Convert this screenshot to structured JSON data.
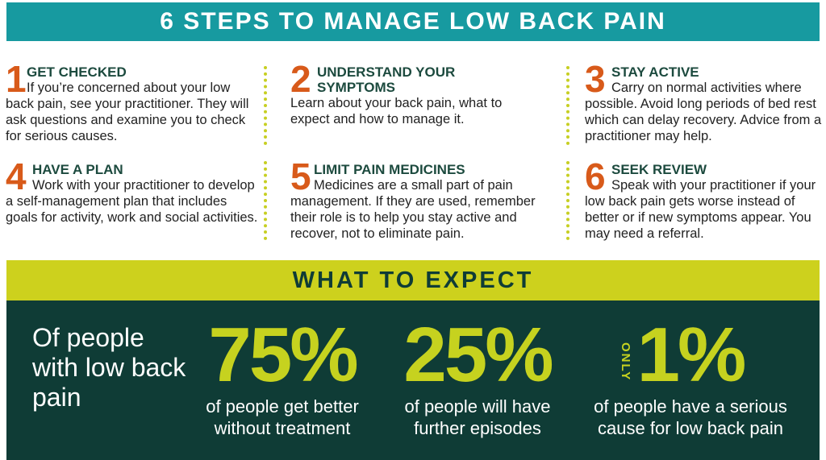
{
  "header": {
    "title": "6 STEPS TO MANAGE LOW BACK PAIN"
  },
  "steps": [
    {
      "number": "1",
      "title": "GET CHECKED",
      "body": "If you’re concerned about your low back pain, see your practitioner. They will ask questions and examine you to check for serious causes."
    },
    {
      "number": "2",
      "title": "UNDERSTAND YOUR SYMPTOMS",
      "body": "Learn about your back pain, what to expect and how to manage it."
    },
    {
      "number": "3",
      "title": "STAY ACTIVE",
      "body": "Carry on normal activities where possible. Avoid long periods of bed rest which can delay recovery. Advice from a practitioner may help."
    },
    {
      "number": "4",
      "title": "HAVE A PLAN",
      "body": "Work with your practitioner to develop a self-management plan that includes goals for activity, work and social activities."
    },
    {
      "number": "5",
      "title": "LIMIT PAIN MEDICINES",
      "body": "Medicines are a small part of pain management. If they are used, remember their role is to help you stay active and recover, not to eliminate pain."
    },
    {
      "number": "6",
      "title": "SEEK REVIEW",
      "body": "Speak with your practitioner if your low back pain gets worse instead of better or if new symptoms appear. You may need a referral."
    }
  ],
  "expect": {
    "title": "WHAT TO EXPECT",
    "lead": "Of people with low back pain",
    "stats": [
      {
        "value": "75%",
        "caption": "of people get better without treatment"
      },
      {
        "value": "25%",
        "caption": "of people will have further episodes"
      },
      {
        "prefix": "ONLY",
        "value": "1%",
        "caption": "of people have a serious cause for low back pain"
      }
    ]
  },
  "colors": {
    "header": "#179aa0",
    "step_number": "#d85a1a",
    "step_title": "#1c4a3e",
    "band": "#cdd11d",
    "panel": "#0f3c36",
    "stat_value": "#c6d21f"
  }
}
